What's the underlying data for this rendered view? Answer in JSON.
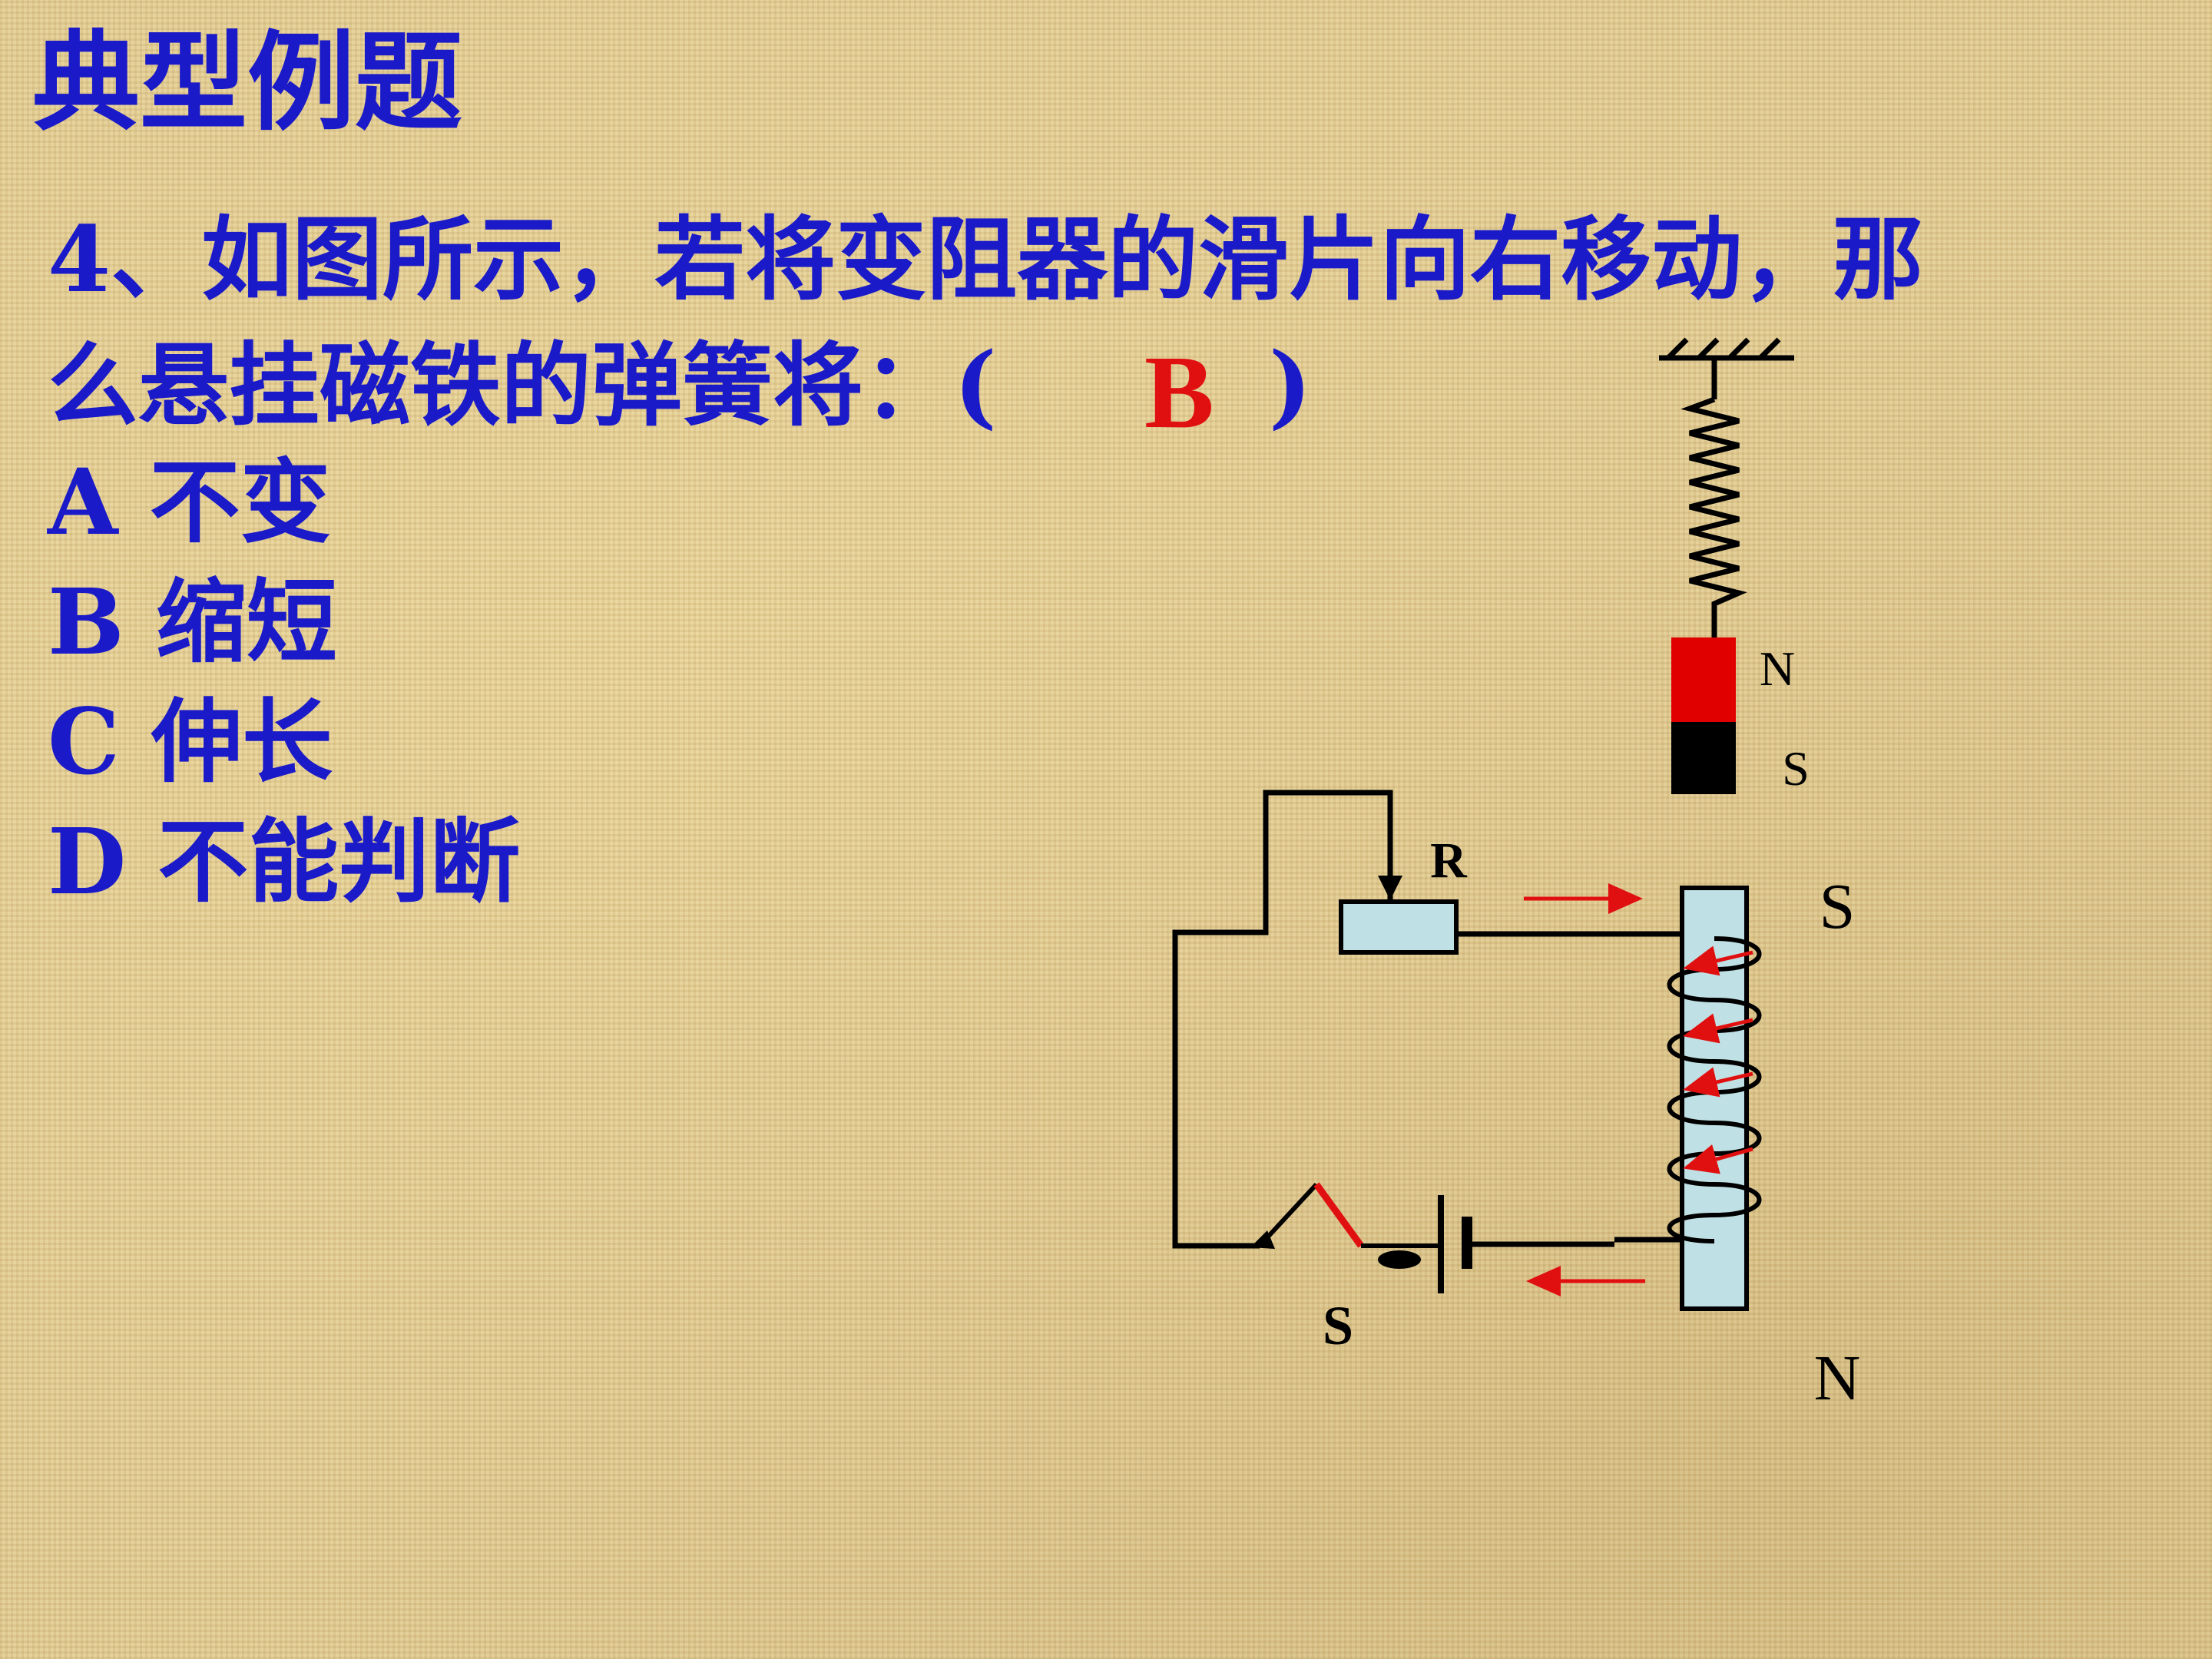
{
  "title": "典型例题",
  "question": {
    "line1": "4、如图所示，若将变阻器的滑片向右移动，那",
    "line2": "么悬挂磁铁的弹簧将：(　　　)",
    "answer": "B"
  },
  "options": [
    {
      "letter": "A",
      "text": "不变"
    },
    {
      "letter": "B",
      "text": "缩短"
    },
    {
      "letter": "C",
      "text": "伸长"
    },
    {
      "letter": "D",
      "text": "不能判断"
    }
  ],
  "diagram": {
    "magnet_top_label": "N",
    "magnet_bottom_label": "S",
    "rheostat_label": "R",
    "switch_label": "S",
    "solenoid_top_label": "S",
    "solenoid_bottom_label": "N",
    "colors": {
      "wire": "#000000",
      "magnet_north": "#e00000",
      "magnet_south": "#000000",
      "core": "#bfe0e4",
      "current_arrow": "#e01010"
    }
  }
}
